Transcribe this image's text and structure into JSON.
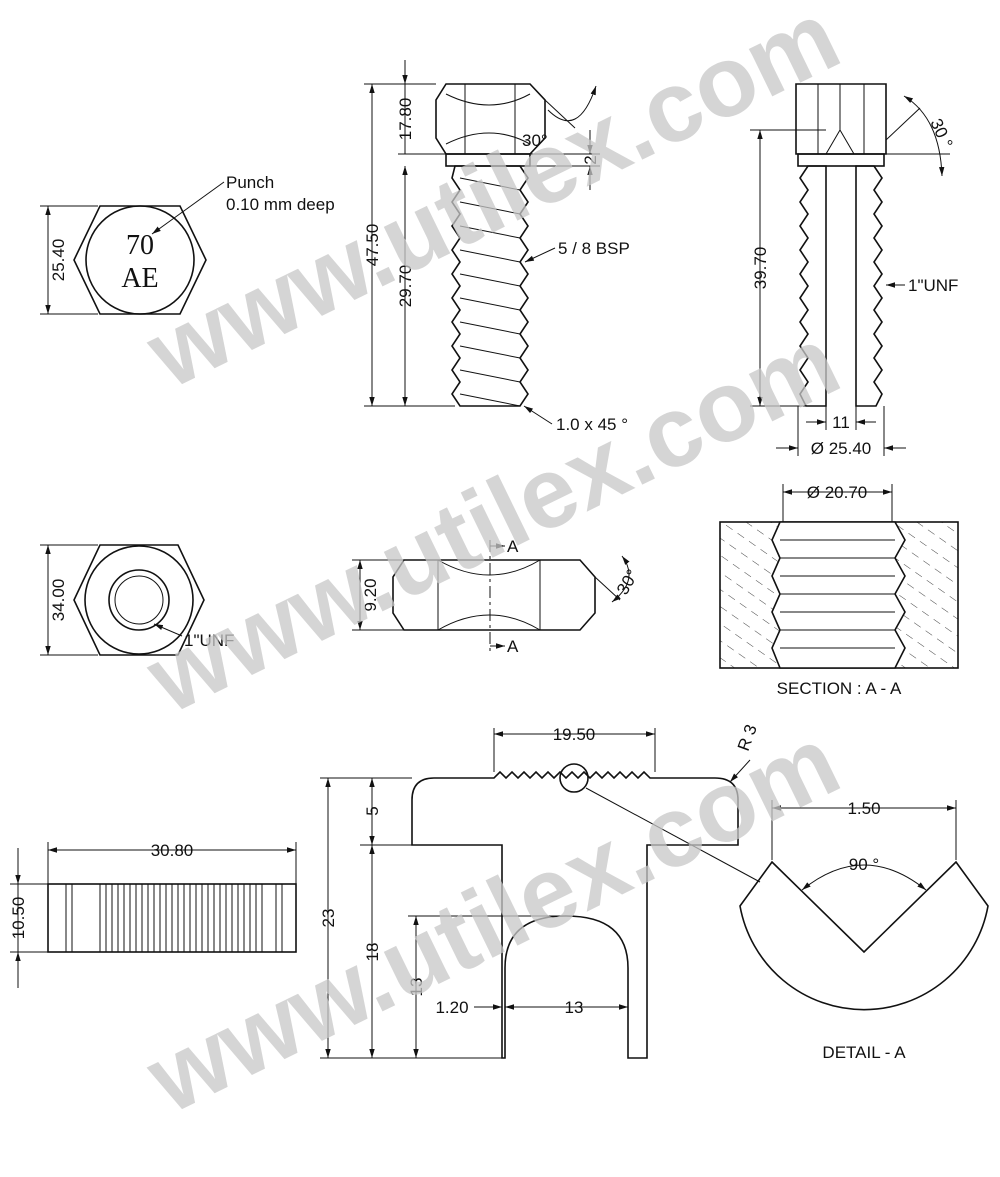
{
  "watermark": "www.utilex.com",
  "hex_head_view": {
    "dim_height": "25.40",
    "punch_label": "Punch",
    "punch_depth": "0.10 mm deep",
    "stamp_line1": "70",
    "stamp_line2": "AE"
  },
  "bolt_side_view": {
    "dim_total": "47.50",
    "dim_head": "17.80",
    "dim_thread": "29.70",
    "dim_gap": "2",
    "angle": "30°",
    "thread_label": "5 / 8 BSP",
    "chamfer_label": "1.0 x 45 °"
  },
  "bolt_section_view": {
    "angle": "30 °",
    "dim_thread": "39.70",
    "thread_label": "1\"UNF",
    "dim_bore": "11",
    "dim_outer": "Ø 25.40"
  },
  "nut_top_view": {
    "dim_height": "34.00",
    "thread_label": "1\"UNF"
  },
  "nut_side_view": {
    "dim_height": "9.20",
    "angle": "30°",
    "section_mark_top": "A",
    "section_mark_bottom": "A"
  },
  "section_view": {
    "dim_diameter": "Ø 20.70",
    "caption": "SECTION : A - A"
  },
  "knurled_bar": {
    "dim_length": "30.80",
    "dim_height": "10.50"
  },
  "clamp_view": {
    "dim_serration": "19.50",
    "radius": "R 3",
    "dim_total": "23",
    "dim_top": "5",
    "dim_leg": "18",
    "dim_slot": "13",
    "dim_wall": "1.20",
    "dim_slot_width": "13"
  },
  "detail_view": {
    "dim_width": "1.50",
    "angle": "90 °",
    "caption": "DETAIL - A"
  }
}
